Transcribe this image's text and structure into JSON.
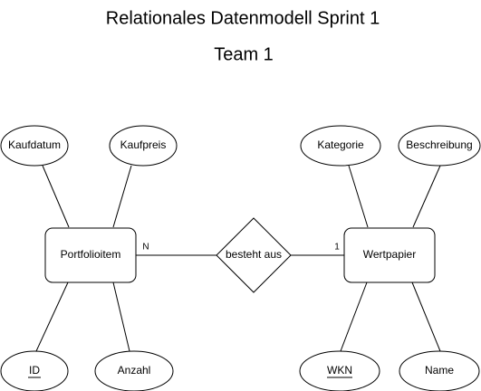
{
  "diagram": {
    "title": "Relationales Datenmodell Sprint 1",
    "subtitle": "Team 1",
    "entities": {
      "portfolioitem": {
        "label": "Portfolioitem"
      },
      "wertpapier": {
        "label": "Wertpapier"
      }
    },
    "relationship": {
      "label": "besteht aus"
    },
    "cardinalities": {
      "portfolioitem": "N",
      "wertpapier": "1"
    },
    "attributes": {
      "kaufdatum": {
        "label": "Kaufdatum",
        "primary_key": false
      },
      "kaufpreis": {
        "label": "Kaufpreis",
        "primary_key": false
      },
      "id": {
        "label": "ID",
        "primary_key": true
      },
      "anzahl": {
        "label": "Anzahl",
        "primary_key": false
      },
      "kategorie": {
        "label": "Kategorie",
        "primary_key": false
      },
      "beschreibung": {
        "label": "Beschreibung",
        "primary_key": false
      },
      "wkn": {
        "label": "WKN",
        "primary_key": true
      },
      "name": {
        "label": "Name",
        "primary_key": false
      }
    }
  }
}
